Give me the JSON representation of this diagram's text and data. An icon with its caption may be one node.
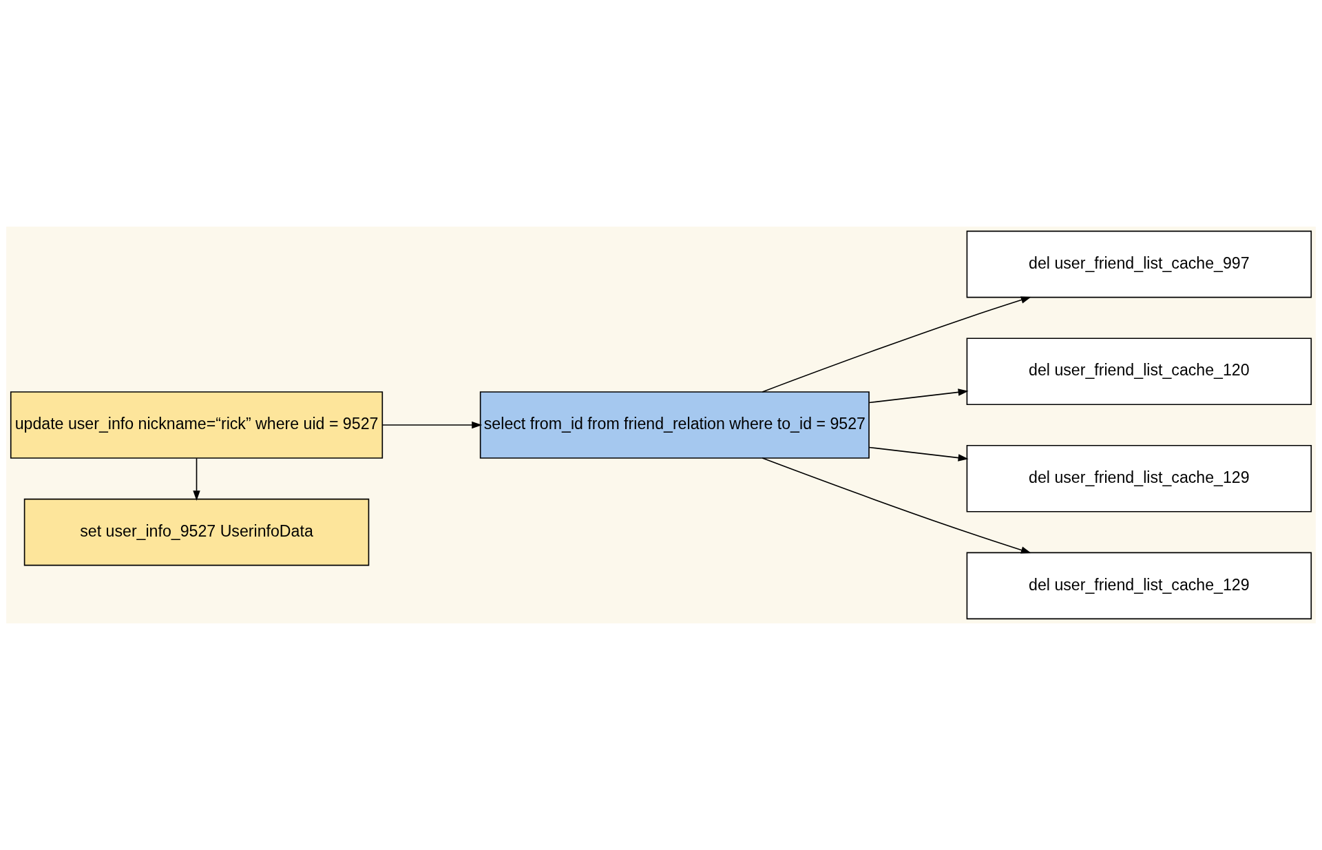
{
  "diagram": {
    "nodes": [
      {
        "text": [
          "update user_info nickname=“rick” where uid = 9527"
        ]
      },
      {
        "text": [
          "set user_info_9527 UserinfoData"
        ]
      },
      {
        "text": [
          "select from_id from friend_relation where to_id = 9527"
        ]
      },
      {
        "text": [
          "del user_friend_list_cache_997"
        ]
      },
      {
        "text": [
          "del user_friend_list_cache_120"
        ]
      },
      {
        "text": [
          "del user_friend_list_cache_129"
        ]
      },
      {
        "text": [
          "del user_friend_list_cache_129"
        ]
      }
    ],
    "edges": [
      {
        "from": 0,
        "to": 2,
        "arrow": "to"
      },
      {
        "from": 0,
        "to": 1,
        "arrow": "to"
      },
      {
        "from": 2,
        "to": 3,
        "arrow": "to"
      },
      {
        "from": 2,
        "to": 4,
        "arrow": "to"
      },
      {
        "from": 2,
        "to": 5,
        "arrow": "to"
      },
      {
        "from": 2,
        "to": 6,
        "arrow": "to"
      }
    ]
  }
}
